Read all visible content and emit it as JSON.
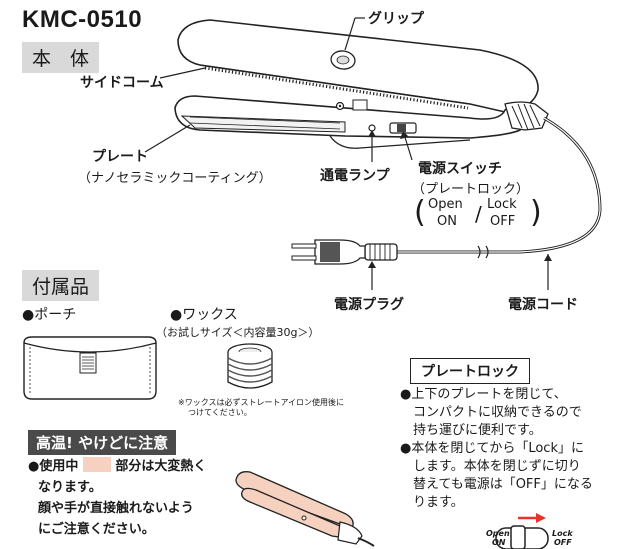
{
  "model": "KMC-0510",
  "main_unit": {
    "header": "本　体",
    "labels": {
      "grip": "グリップ",
      "side_comb": "サイドコーム",
      "plate": "プレート",
      "plate_note": "（ナノセラミックコーティング）",
      "power_lamp": "通電ランプ",
      "power_switch": "電源スイッチ",
      "switch_note": "（プレートロック）",
      "open": "Open",
      "on": "ON",
      "lock": "Lock",
      "off": "OFF",
      "power_plug": "電源プラグ",
      "power_cord": "電源コード"
    }
  },
  "accessories": {
    "header": "付属品",
    "pouch": "●ポーチ",
    "wax": "●ワックス",
    "wax_note": "（お試しサイズ＜内容量30g＞）",
    "wax_footnote_1": "※ワックスは必ずストレートアイロン使用後に",
    "wax_footnote_2": "つけてください。"
  },
  "warning": {
    "title": "高温! やけどに注意",
    "line1_a": "●使用中",
    "line1_b": "部分は大変熱く",
    "line2": "なります。",
    "line3": "顔や手が直接触れないよう",
    "line4": "にご注意ください。"
  },
  "plate_lock": {
    "title": "プレートロック",
    "lines": [
      "●上下のプレートを閉じて、",
      "　コンパクトに収納できるので",
      "　持ち運びに便利です。",
      "●本体を閉じてから「Lock」に",
      "　します。本体を閉じずに切り",
      "　替えても電源は「OFF」になる",
      "　ります。"
    ],
    "diagram": {
      "open": "Open",
      "on": "ON",
      "lock": "Lock",
      "off": "OFF"
    }
  },
  "colors": {
    "hot_zone": "#f6d1c0",
    "arrow": "#e8322c",
    "header_box": "#d9d9d9",
    "warning_bg": "#4a4a4a"
  }
}
